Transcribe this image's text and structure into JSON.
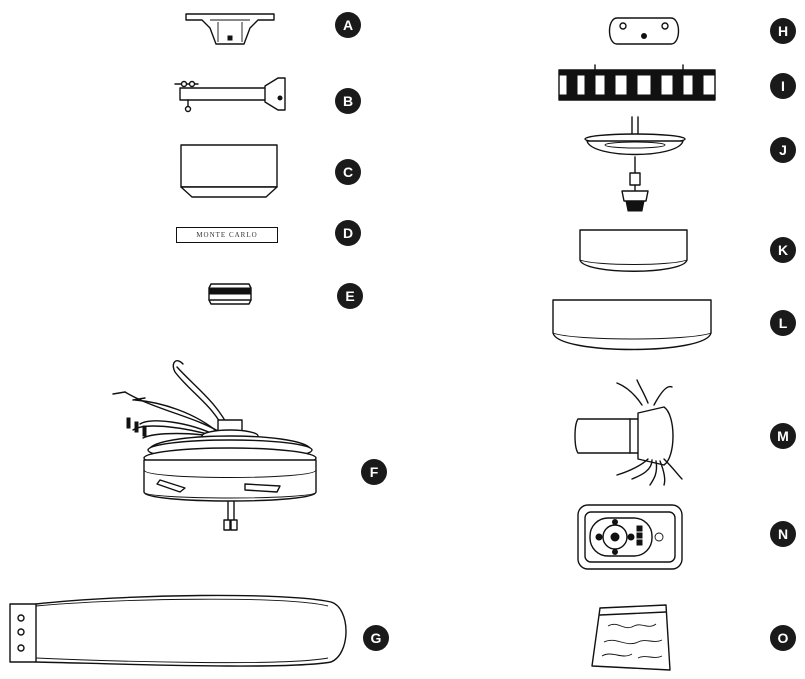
{
  "parts": [
    {
      "id": "A",
      "label": "A",
      "icon": "mounting-bracket-icon"
    },
    {
      "id": "B",
      "label": "B",
      "icon": "downrod-icon"
    },
    {
      "id": "C",
      "label": "C",
      "icon": "canopy-icon"
    },
    {
      "id": "D",
      "label": "D",
      "icon": "canopy-trim-ring-icon",
      "brand_text": "MONTE CARLO"
    },
    {
      "id": "E",
      "label": "E",
      "icon": "coupling-cover-icon"
    },
    {
      "id": "F",
      "label": "F",
      "icon": "motor-assembly-icon"
    },
    {
      "id": "G",
      "label": "G",
      "icon": "fan-blade-icon"
    },
    {
      "id": "H",
      "label": "H",
      "icon": "switch-housing-plate-icon"
    },
    {
      "id": "I",
      "label": "I",
      "icon": "light-kit-adapter-icon"
    },
    {
      "id": "J",
      "label": "J",
      "icon": "switch-housing-icon"
    },
    {
      "id": "K",
      "label": "K",
      "icon": "glass-shade-small-icon"
    },
    {
      "id": "L",
      "label": "L",
      "icon": "glass-shade-large-icon"
    },
    {
      "id": "M",
      "label": "M",
      "icon": "receiver-icon"
    },
    {
      "id": "N",
      "label": "N",
      "icon": "remote-control-icon"
    },
    {
      "id": "O",
      "label": "O",
      "icon": "hardware-bag-icon"
    }
  ]
}
